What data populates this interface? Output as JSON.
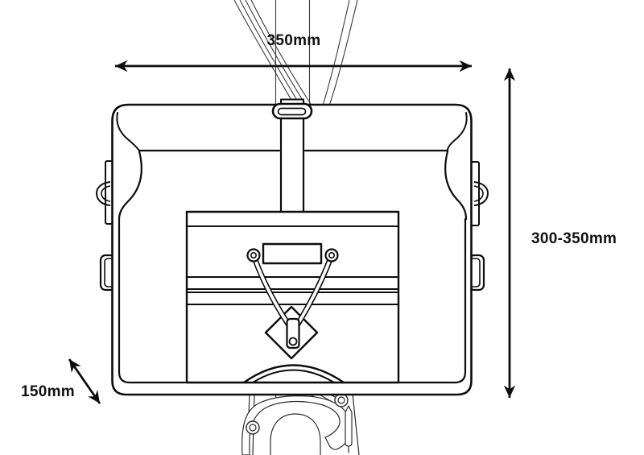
{
  "diagram": {
    "subject": "handlebar-bag-front-view-dimension-diagram",
    "labels": {
      "width": "350mm",
      "height": "300-350mm",
      "depth": "150mm"
    },
    "colors": {
      "outline": "#0d0d0d",
      "thin_line": "#3a3a3a",
      "background": "#ffffff",
      "text": "#111111"
    }
  }
}
